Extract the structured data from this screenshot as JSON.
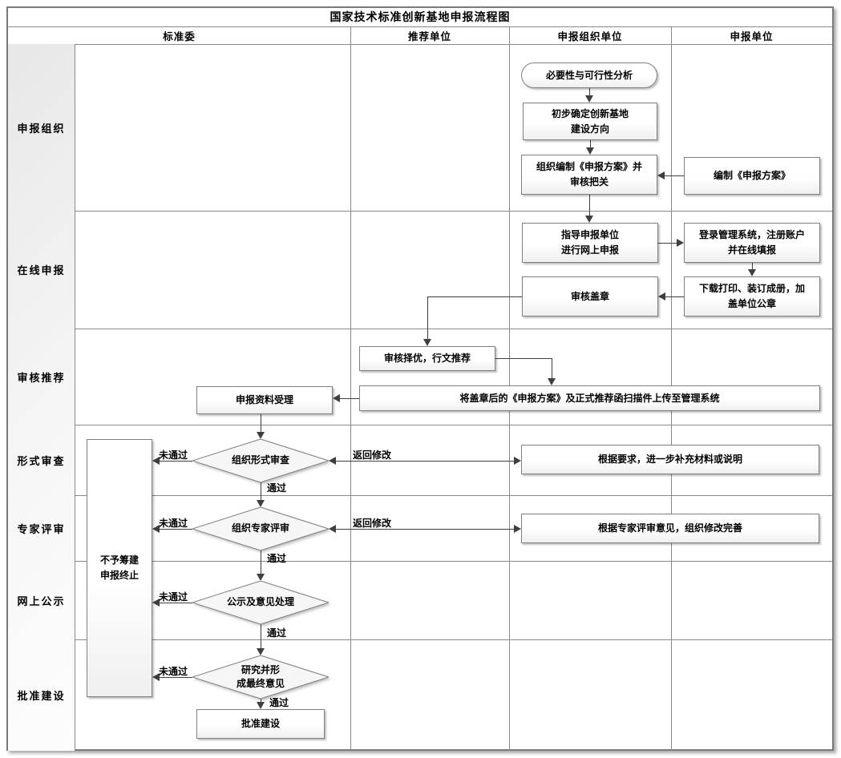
{
  "title": "国家技术标准创新基地申报流程图",
  "columns": [
    "标准委",
    "推荐单位",
    "申报组织单位",
    "申报单位"
  ],
  "rows": [
    "申报组织",
    "在线申报",
    "审核推荐",
    "形式审查",
    "专家评审",
    "网上公示",
    "批准建设"
  ],
  "nodes": {
    "analysis": "必要性与可行性分析",
    "initial_direction": "初步确定创新基地\n建设方向",
    "organize_plan": "组织编制《申报方案》并\n审核把关",
    "compile_plan": "编制《申报方案》",
    "guide_online": "指导申报单位\n进行网上申报",
    "login_register": "登录管理系统，注册账户\n并在线填报",
    "download_print": "下载打印、装订成册，加\n盖单位公章",
    "review_seal": "审核盖章",
    "select_recommend": "审核择优，行文推荐",
    "upload_scan": "将盖章后的《申报方案》及正式推荐函扫描件上传至管理系统",
    "accept_materials": "申报资料受理",
    "form_review": "组织形式审查",
    "supplement": "根据要求，进一步补充材料或说明",
    "expert_review": "组织专家评审",
    "revise_improve": "根据专家评审意见，组织修改完善",
    "publicity": "公示及意见处理",
    "final_opinion": "研究并形\n成最终意见",
    "approve_build": "批准建设",
    "terminate": "不予筹建\n申报终止"
  },
  "edge_labels": {
    "pass": "通过",
    "fail": "未通过",
    "rework": "返回修改"
  },
  "colors": {
    "frame_border": "#7a7a7a",
    "grid_line": "#8a8a8a",
    "connector": "#3f3f3f",
    "node_border": "#7f7f7f",
    "node_fill": "#ffffff",
    "diamond_fill": "#f6f6f6",
    "lane_fill": "#ededed"
  }
}
